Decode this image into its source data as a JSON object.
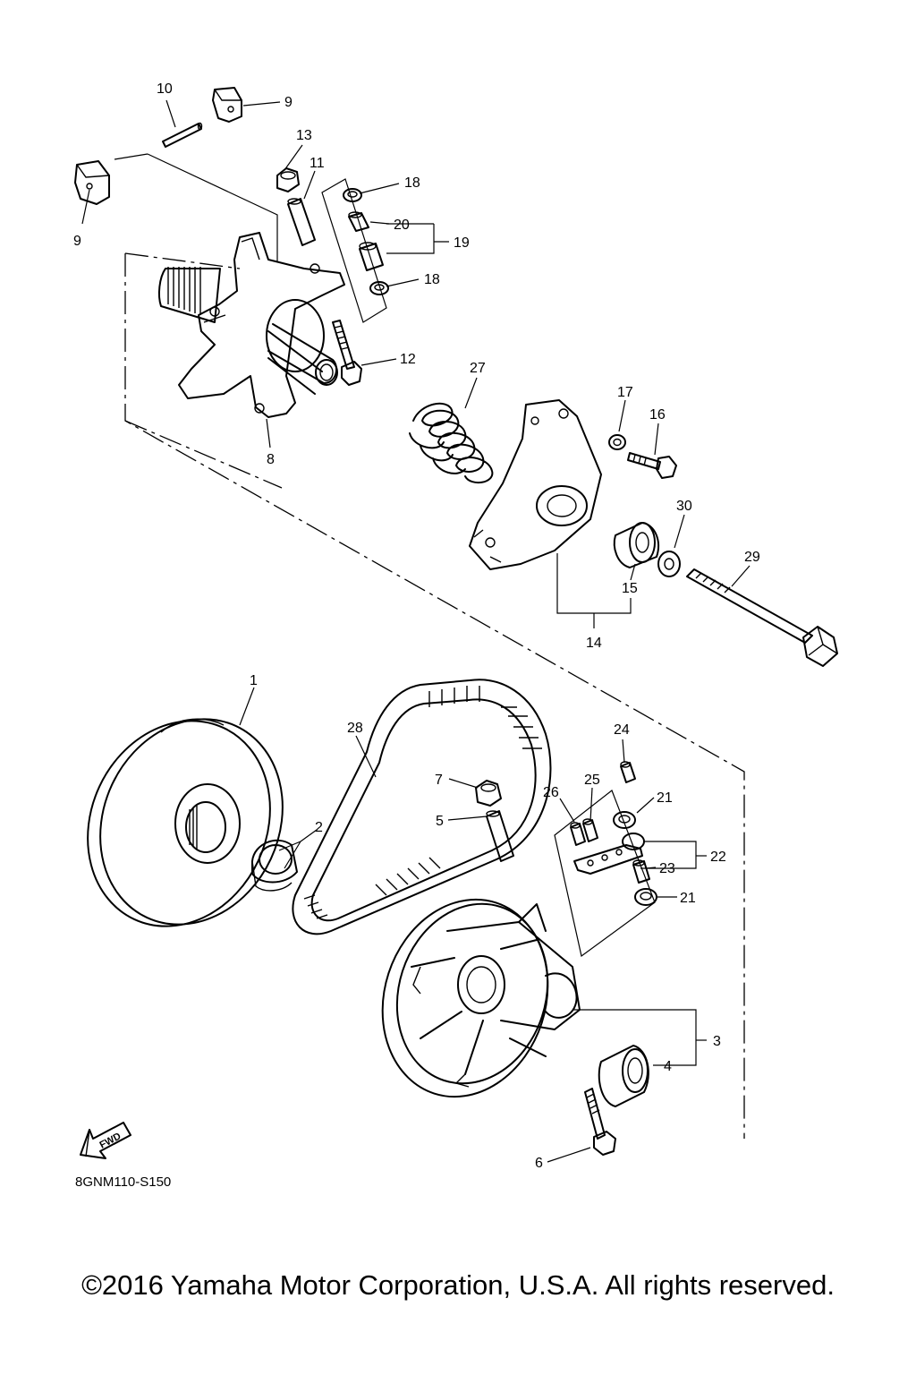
{
  "callouts": [
    {
      "id": "c10",
      "text": "10"
    },
    {
      "id": "c9a",
      "text": "9"
    },
    {
      "id": "c9b",
      "text": "9"
    },
    {
      "id": "c13",
      "text": "13"
    },
    {
      "id": "c11",
      "text": "11"
    },
    {
      "id": "c18a",
      "text": "18"
    },
    {
      "id": "c20",
      "text": "20"
    },
    {
      "id": "c19",
      "text": "19"
    },
    {
      "id": "c18b",
      "text": "18"
    },
    {
      "id": "c12",
      "text": "12"
    },
    {
      "id": "c8",
      "text": "8"
    },
    {
      "id": "c27",
      "text": "27"
    },
    {
      "id": "c17",
      "text": "17"
    },
    {
      "id": "c16",
      "text": "16"
    },
    {
      "id": "c30",
      "text": "30"
    },
    {
      "id": "c29",
      "text": "29"
    },
    {
      "id": "c15",
      "text": "15"
    },
    {
      "id": "c14",
      "text": "14"
    },
    {
      "id": "c1",
      "text": "1"
    },
    {
      "id": "c28",
      "text": "28"
    },
    {
      "id": "c24",
      "text": "24"
    },
    {
      "id": "c7",
      "text": "7"
    },
    {
      "id": "c25",
      "text": "25"
    },
    {
      "id": "c26",
      "text": "26"
    },
    {
      "id": "c21a",
      "text": "21"
    },
    {
      "id": "c5",
      "text": "5"
    },
    {
      "id": "c2",
      "text": "2"
    },
    {
      "id": "c22",
      "text": "22"
    },
    {
      "id": "c23",
      "text": "23"
    },
    {
      "id": "c21b",
      "text": "21"
    },
    {
      "id": "c3",
      "text": "3"
    },
    {
      "id": "c4",
      "text": "4"
    },
    {
      "id": "c6",
      "text": "6"
    }
  ],
  "fwd_label": "FWD",
  "diagram_code": "8GNM110-S150",
  "copyright": "©2016 Yamaha Motor Corporation, U.S.A. All rights reserved."
}
